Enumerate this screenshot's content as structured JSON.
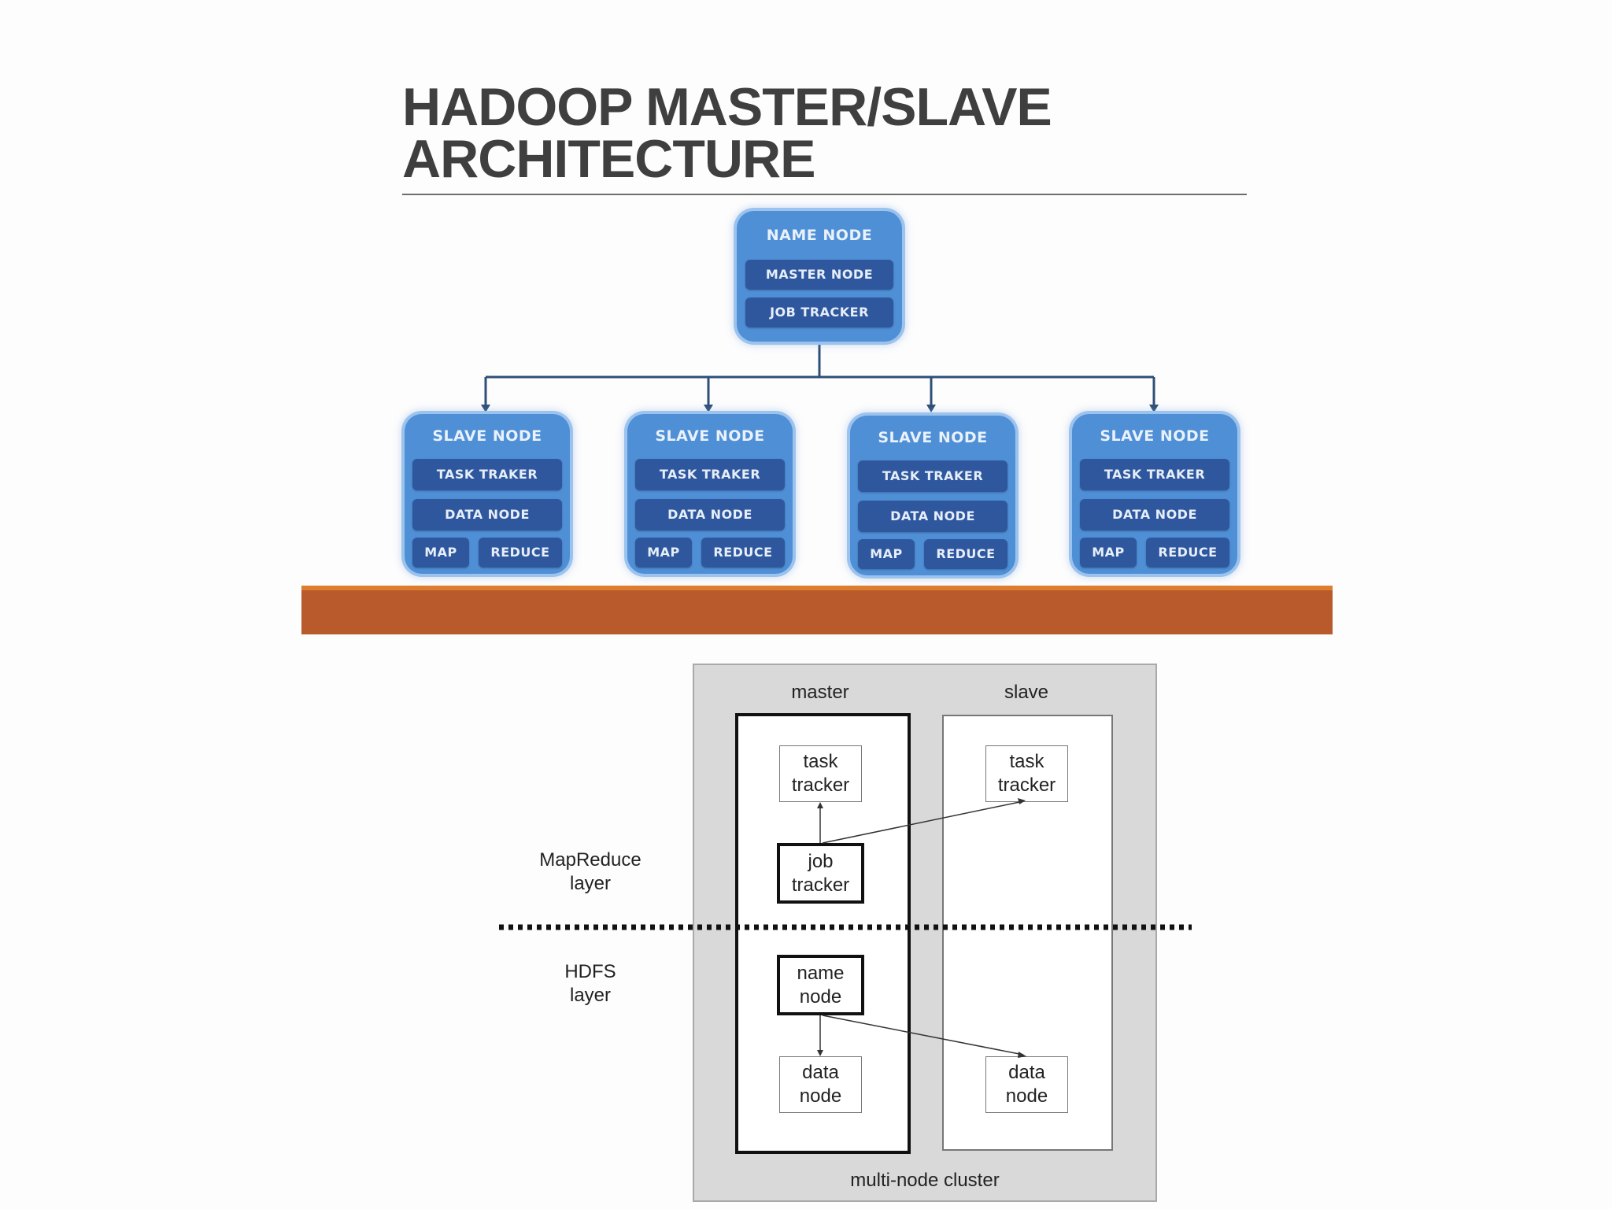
{
  "title": {
    "line1": "HADOOP MASTER/SLAVE",
    "line2": "ARCHITECTURE"
  },
  "top_diagram": {
    "master": {
      "title": "NAME NODE",
      "items": [
        "MASTER NODE",
        "JOB TRACKER"
      ]
    },
    "slaves": [
      {
        "title": "SLAVE NODE",
        "task": "TASK TRAKER",
        "data": "DATA NODE",
        "map": "MAP",
        "reduce": "REDUCE"
      },
      {
        "title": "SLAVE NODE",
        "task": "TASK TRAKER",
        "data": "DATA NODE",
        "map": "MAP",
        "reduce": "REDUCE"
      },
      {
        "title": "SLAVE NODE",
        "task": "TASK TRAKER",
        "data": "DATA NODE",
        "map": "MAP",
        "reduce": "REDUCE"
      },
      {
        "title": "SLAVE NODE",
        "task": "TASK TRAKER",
        "data": "DATA NODE",
        "map": "MAP",
        "reduce": "REDUCE"
      }
    ],
    "colors": {
      "node_fill": "#4f8fd6",
      "inner_fill": "#2f579e",
      "band": "#b85a2b"
    }
  },
  "bottom_diagram": {
    "columns": {
      "master": "master",
      "slave": "slave"
    },
    "layers": {
      "mapreduce": [
        "MapReduce",
        "layer"
      ],
      "hdfs": [
        "HDFS",
        "layer"
      ]
    },
    "master_boxes": {
      "task_tracker": [
        "task",
        "tracker"
      ],
      "job_tracker": [
        "job",
        "tracker"
      ],
      "name_node": [
        "name",
        "node"
      ],
      "data_node": [
        "data",
        "node"
      ]
    },
    "slave_boxes": {
      "task_tracker": [
        "task",
        "tracker"
      ],
      "data_node": [
        "data",
        "node"
      ]
    },
    "caption": "multi-node cluster"
  }
}
